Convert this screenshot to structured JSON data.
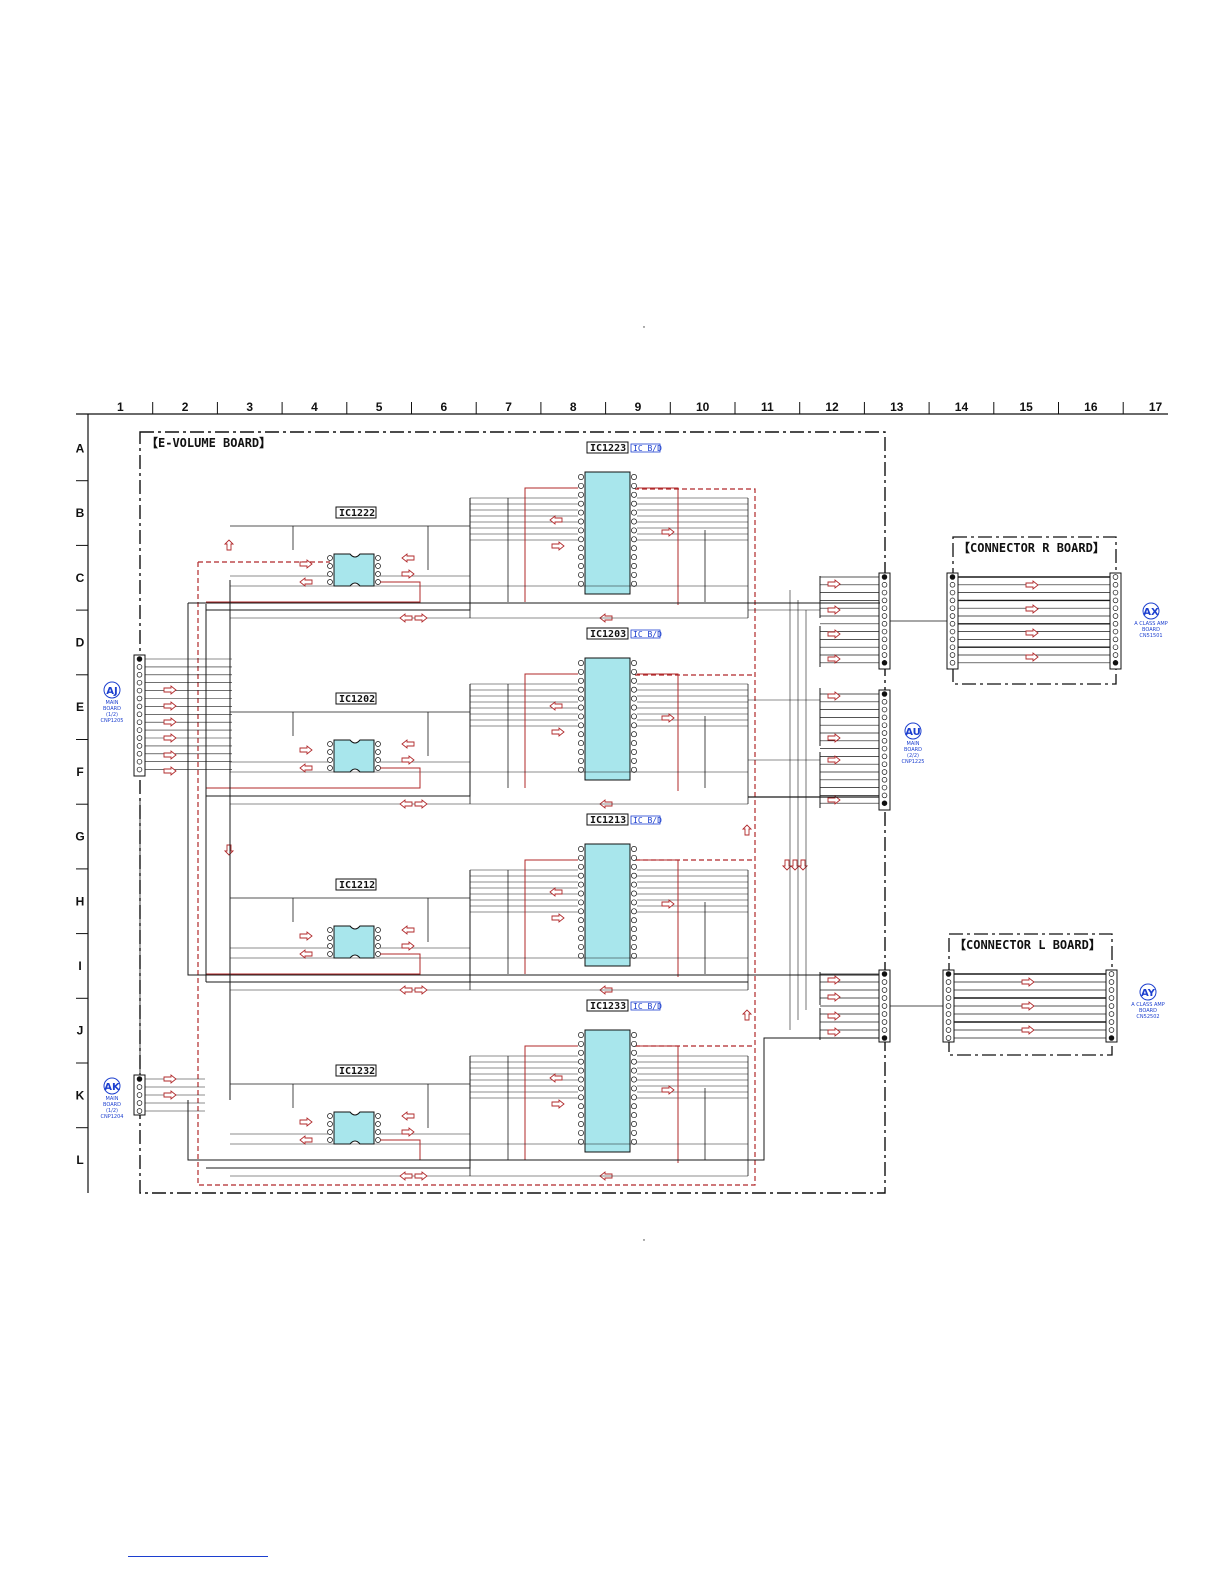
{
  "grid": {
    "columns": [
      "1",
      "2",
      "3",
      "4",
      "5",
      "6",
      "7",
      "8",
      "9",
      "10",
      "11",
      "12",
      "13",
      "14",
      "15",
      "16",
      "17"
    ],
    "rows": [
      "A",
      "B",
      "C",
      "D",
      "E",
      "F",
      "G",
      "H",
      "I",
      "J",
      "K",
      "L"
    ]
  },
  "boards": {
    "e_volume": "【E-VOLUME BOARD】",
    "connector_r": "【CONNECTOR R BOARD】",
    "connector_l": "【CONNECTOR L BOARD】"
  },
  "ics": [
    {
      "name": "IC1223",
      "type": "IC B/D"
    },
    {
      "name": "IC1222",
      "type": ""
    },
    {
      "name": "IC1203",
      "type": "IC B/D"
    },
    {
      "name": "IC1202",
      "type": ""
    },
    {
      "name": "IC1213",
      "type": "IC B/D"
    },
    {
      "name": "IC1212",
      "type": ""
    },
    {
      "name": "IC1233",
      "type": "IC B/D"
    },
    {
      "name": "IC1232",
      "type": ""
    }
  ],
  "connectors": {
    "aj": {
      "code": "AJ",
      "lines": [
        "MAIN",
        "BOARD",
        "(1/2)",
        "CNP1205"
      ]
    },
    "ak": {
      "code": "AK",
      "lines": [
        "MAIN",
        "BOARD",
        "(1/2)",
        "CNP1204"
      ]
    },
    "au": {
      "code": "AU",
      "lines": [
        "MAIN",
        "BOARD",
        "(2/2)",
        "CNP1225"
      ]
    },
    "ax": {
      "code": "AX",
      "lines": [
        "A CLASS AMP",
        "BOARD",
        "CN51501"
      ]
    },
    "ay": {
      "code": "AY",
      "lines": [
        "A CLASS AMP",
        "BOARD",
        "CN52502"
      ]
    }
  },
  "colors": {
    "wire": "#1a1a1a",
    "signal": "#b0282a",
    "ic_fill": "#a8e6ec",
    "annotation": "#1c3fcf"
  }
}
